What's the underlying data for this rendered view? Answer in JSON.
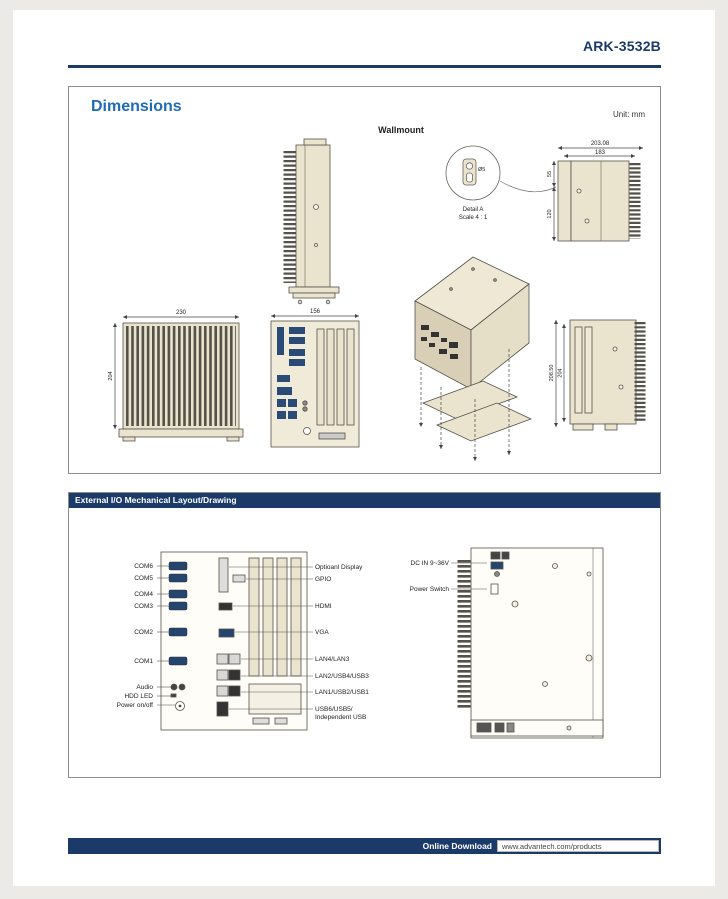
{
  "header": {
    "product_id": "ARK-3532B"
  },
  "dimensions": {
    "title": "Dimensions",
    "unit": "Unit: mm",
    "wallmount": "Wallmount",
    "detail": {
      "name": "Detail A",
      "scale": "Scale 4 : 1",
      "hole": "Ø5"
    },
    "dims": {
      "top_width": "203.08",
      "hole_span": "183",
      "top_offset": "55",
      "side_mid": "120",
      "front_width": "230",
      "front_height": "204",
      "depth": "156",
      "side_total": "208.50",
      "side_height": "204"
    }
  },
  "io": {
    "title": "External I/O Mechanical Layout/Drawing",
    "left_labels": [
      "COM6",
      "COM5",
      "COM4",
      "COM3",
      "COM2",
      "COM1",
      "Audio",
      "HDD LED",
      "Power on/off"
    ],
    "right_labels": [
      "Optioanl Display",
      "GPIO",
      "HDMI",
      "VGA",
      "LAN4/LAN3",
      "LAN2/USB4/USB3",
      "LAN1/USB2/USB1",
      "USB6/USB5/",
      "Independent USB"
    ],
    "side_labels": [
      "DC IN 9~36V",
      "Power Switch"
    ]
  },
  "footer": {
    "label": "Online Download",
    "url": "www.advantech.com/products"
  },
  "colors": {
    "navy": "#1b3a6a",
    "accent_blue": "#1e6cb5",
    "drawing_beige": "#eae3cd"
  }
}
